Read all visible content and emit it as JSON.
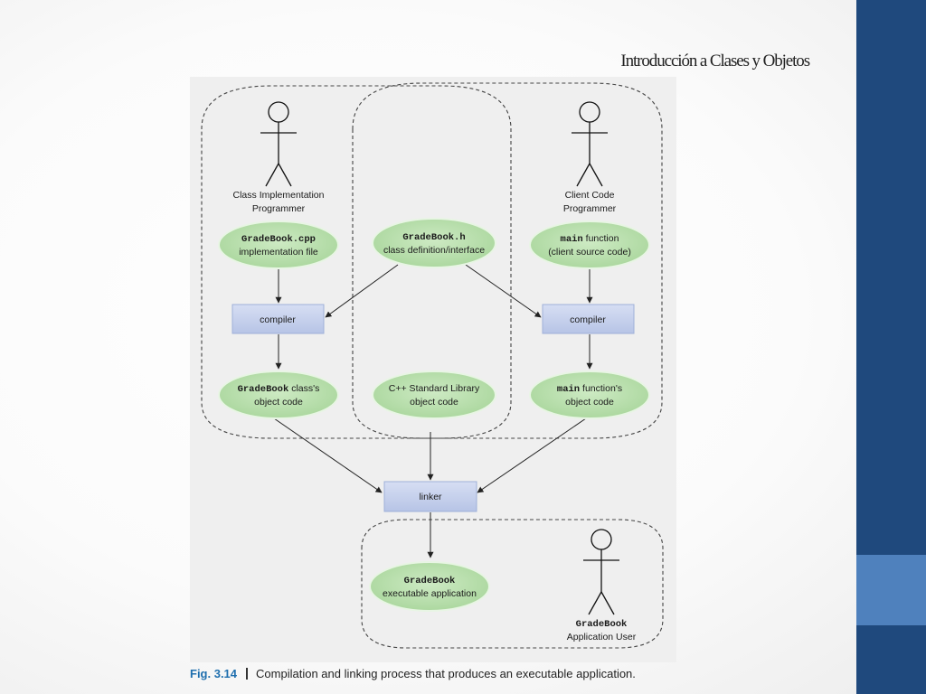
{
  "slide": {
    "title": "Introducción a Clases y Objetos"
  },
  "diagram": {
    "actors": {
      "impl_line1": "Class Implementation",
      "impl_line2": "Programmer",
      "client_line1": "Client Code",
      "client_line2": "Programmer",
      "user_line1": "GradeBook",
      "user_line2": "Application User"
    },
    "nodes": {
      "cpp_code": "GradeBook.cpp",
      "cpp_desc": "implementation file",
      "header_code": "GradeBook.h",
      "header_desc": "class definition/interface",
      "main_code": "main",
      "main_rest": " function",
      "main_desc": "(client source code)",
      "compiler_left": "compiler",
      "compiler_right": "compiler",
      "obj_code": "GradeBook",
      "obj_rest": " class's",
      "obj_desc": "object code",
      "stdlib_line1": "C++ Standard Library",
      "stdlib_line2": "object code",
      "mainobj_code": "main",
      "mainobj_rest": " function's",
      "mainobj_desc": "object code",
      "linker": "linker",
      "exe_line1": "GradeBook",
      "exe_line2": "executable application"
    },
    "colors": {
      "ellipse": "#b5dcaa",
      "box": "#c5d0ea",
      "dashed": "#444444"
    }
  },
  "caption": {
    "figure": "Fig. 3.14",
    "text": "Compilation and linking process that produces an executable application."
  },
  "theme": {
    "sidebar": "#1f497d",
    "sidebar_accent": "#4f81bd",
    "caption_blue": "#1f6fae"
  }
}
